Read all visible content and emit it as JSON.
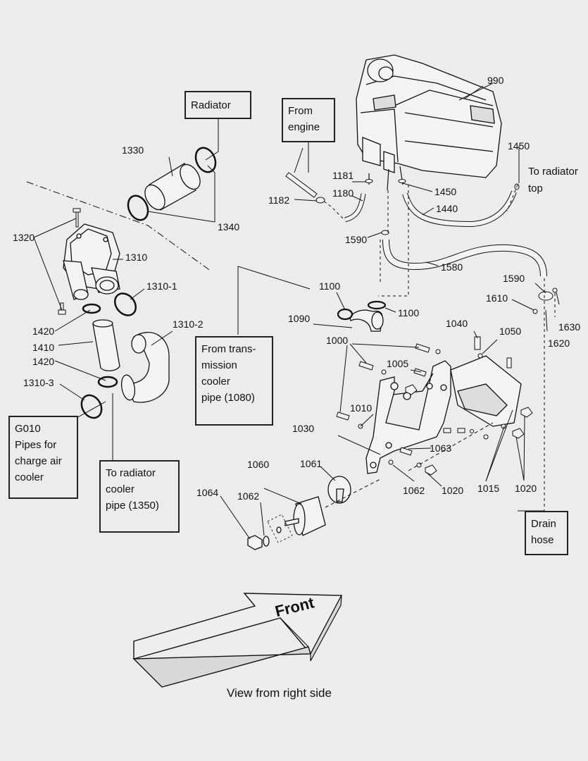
{
  "callouts": {
    "p990": "990",
    "p1450_top": "1450",
    "p1181": "1181",
    "p1180": "1180",
    "p1182": "1182",
    "p1450_mid": "1450",
    "p1440": "1440",
    "p1590_left": "1590",
    "p1580": "1580",
    "p1590_right": "1590",
    "p1610": "1610",
    "p1630": "1630",
    "p1620": "1620",
    "p1330": "1330",
    "p1340": "1340",
    "p1320": "1320",
    "p1310": "1310",
    "p1310_1": "1310-1",
    "p1310_2": "1310-2",
    "p1310_3": "1310-3",
    "p1420_a": "1420",
    "p1410": "1410",
    "p1420_b": "1420",
    "p1100_left": "1100",
    "p1100_right": "1100",
    "p1090": "1090",
    "p1000": "1000",
    "p1040": "1040",
    "p1050": "1050",
    "p1005": "1005",
    "p1010": "1010",
    "p1030": "1030",
    "p1063": "1063",
    "p1060": "1060",
    "p1061": "1061",
    "p1064": "1064",
    "p1062_left": "1062",
    "p1062_right": "1062",
    "p1020_a": "1020",
    "p1015": "1015",
    "p1020_b": "1020"
  },
  "boxes": {
    "radiator": [
      "Radiator"
    ],
    "from_engine": [
      "From",
      "engine"
    ],
    "from_transmission": [
      "From trans-",
      "mission",
      "cooler",
      "pipe (1080)"
    ],
    "g010": [
      "G010",
      "Pipes for",
      "charge air",
      "cooler"
    ],
    "to_radiator_cooler": [
      "To radiator",
      "cooler",
      "pipe (1350)"
    ],
    "drain_hose": [
      "Drain",
      "hose"
    ]
  },
  "notes": {
    "to_radiator_top": [
      "To radiator",
      "top"
    ]
  },
  "arrow": {
    "label": "Front"
  },
  "caption": "View from right side"
}
